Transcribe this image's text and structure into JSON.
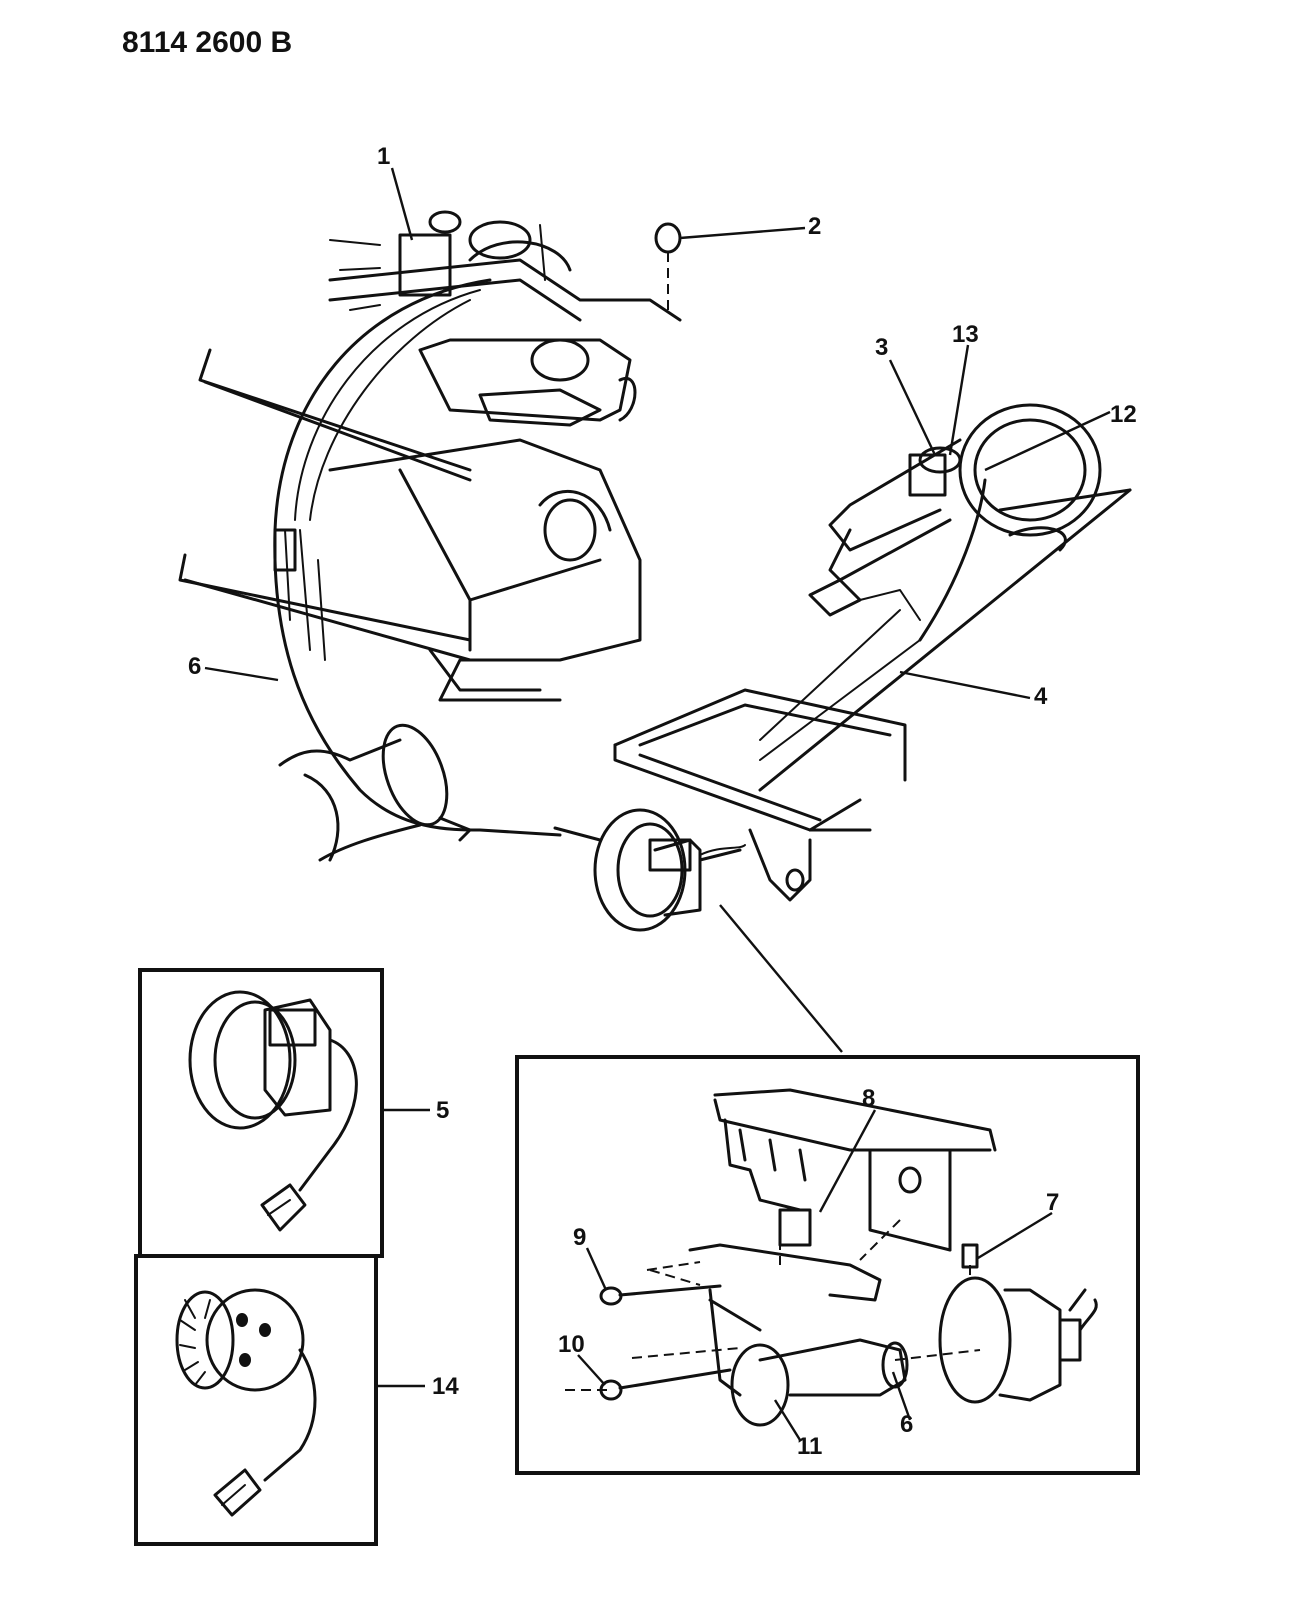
{
  "header": {
    "code": "8114 2600 B"
  },
  "callouts": [
    {
      "id": "1",
      "text": "1"
    },
    {
      "id": "2",
      "text": "2"
    },
    {
      "id": "3",
      "text": "3"
    },
    {
      "id": "13",
      "text": "13"
    },
    {
      "id": "12",
      "text": "12"
    },
    {
      "id": "6a",
      "text": "6"
    },
    {
      "id": "4",
      "text": "4"
    },
    {
      "id": "5",
      "text": "5"
    },
    {
      "id": "14",
      "text": "14"
    },
    {
      "id": "8",
      "text": "8"
    },
    {
      "id": "7",
      "text": "7"
    },
    {
      "id": "9",
      "text": "9"
    },
    {
      "id": "10",
      "text": "10"
    },
    {
      "id": "6b",
      "text": "6"
    },
    {
      "id": "11",
      "text": "11"
    }
  ],
  "colors": {
    "ink": "#111111",
    "paper": "#ffffff"
  }
}
